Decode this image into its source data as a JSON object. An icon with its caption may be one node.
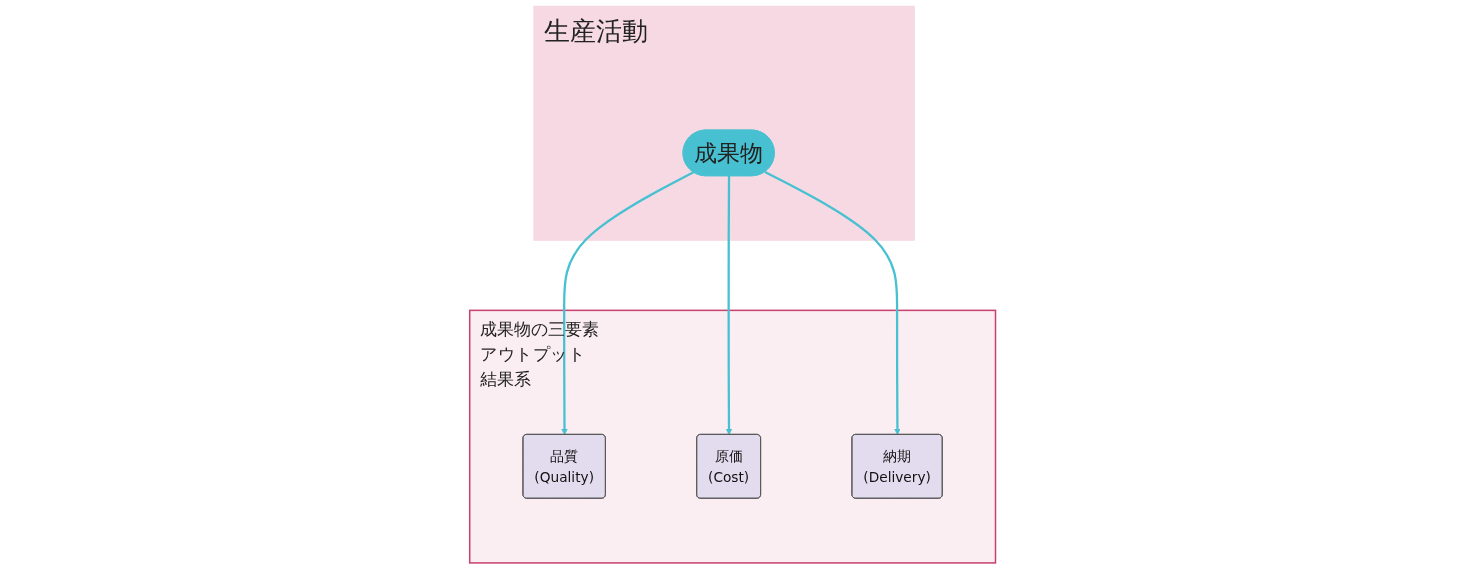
{
  "diagram": {
    "nodes": [
      {
        "text": [
          "生産活動"
        ]
      },
      {
        "text": [
          "成果物"
        ],
        "in": 0
      },
      {
        "text": [
          "成果物の三要素",
          "アウトプット",
          "結果系"
        ]
      },
      {
        "text": [
          "品質",
          "(Quality)"
        ],
        "in": 2
      },
      {
        "text": [
          "原価",
          "(Cost)"
        ],
        "in": 2
      },
      {
        "text": [
          "納期",
          "(Delivery)"
        ],
        "in": 2
      }
    ],
    "edges": [
      {
        "from": 1,
        "to": 3,
        "arrow": "to"
      },
      {
        "from": 1,
        "to": 4,
        "arrow": "to"
      },
      {
        "from": 1,
        "to": 5,
        "arrow": "to"
      }
    ]
  }
}
